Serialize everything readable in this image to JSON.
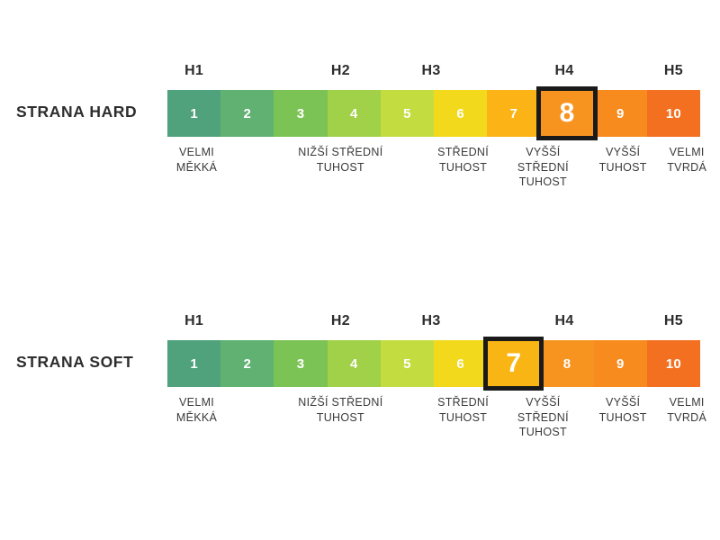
{
  "meta": {
    "background": "#ffffff",
    "highlight_border_color": "#1a1a1a",
    "text_color": "#2d2d2d"
  },
  "scales": [
    {
      "id": "hard",
      "row_label": "STRANA HARD",
      "highlighted_value": "8",
      "groups": [
        {
          "label": "H1",
          "center_pct": 5
        },
        {
          "label": "H2",
          "center_pct": 32.5
        },
        {
          "label": "H3",
          "center_pct": 49.5
        },
        {
          "label": "H4",
          "center_pct": 74.5
        },
        {
          "label": "H5",
          "center_pct": 95
        }
      ],
      "cells": [
        {
          "value": "1",
          "color": "#4fa27b",
          "highlighted": false
        },
        {
          "value": "2",
          "color": "#61b173",
          "highlighted": false
        },
        {
          "value": "3",
          "color": "#7cc356",
          "highlighted": false
        },
        {
          "value": "4",
          "color": "#a0d148",
          "highlighted": false
        },
        {
          "value": "5",
          "color": "#c3dd41",
          "highlighted": false
        },
        {
          "value": "6",
          "color": "#f2d91b",
          "highlighted": false
        },
        {
          "value": "7",
          "color": "#fbb316",
          "highlighted": false
        },
        {
          "value": "8",
          "color": "#f79420",
          "highlighted": true
        },
        {
          "value": "9",
          "color": "#f78b1e",
          "highlighted": false
        },
        {
          "value": "10",
          "color": "#f37021",
          "highlighted": false
        }
      ],
      "descriptions": [
        {
          "text": "VELMI\nMĚKKÁ",
          "center_pct": 5.5
        },
        {
          "text": "NIŽŠÍ STŘEDNÍ\nTUHOST",
          "center_pct": 32.5
        },
        {
          "text": "STŘEDNÍ\nTUHOST",
          "center_pct": 55.5
        },
        {
          "text": "VYŠŠÍ\nSTŘEDNÍ\nTUHOST",
          "center_pct": 70.5
        },
        {
          "text": "VYŠŠÍ\nTUHOST",
          "center_pct": 85.5
        },
        {
          "text": "VELMI\nTVRDÁ",
          "center_pct": 97.5
        }
      ]
    },
    {
      "id": "soft",
      "row_label": "STRANA SOFT",
      "highlighted_value": "7",
      "groups": [
        {
          "label": "H1",
          "center_pct": 5
        },
        {
          "label": "H2",
          "center_pct": 32.5
        },
        {
          "label": "H3",
          "center_pct": 49.5
        },
        {
          "label": "H4",
          "center_pct": 74.5
        },
        {
          "label": "H5",
          "center_pct": 95
        }
      ],
      "cells": [
        {
          "value": "1",
          "color": "#4fa27b",
          "highlighted": false
        },
        {
          "value": "2",
          "color": "#61b173",
          "highlighted": false
        },
        {
          "value": "3",
          "color": "#7cc356",
          "highlighted": false
        },
        {
          "value": "4",
          "color": "#a0d148",
          "highlighted": false
        },
        {
          "value": "5",
          "color": "#c3dd41",
          "highlighted": false
        },
        {
          "value": "6",
          "color": "#f2d91b",
          "highlighted": false
        },
        {
          "value": "7",
          "color": "#f9b513",
          "highlighted": true
        },
        {
          "value": "8",
          "color": "#f79420",
          "highlighted": false
        },
        {
          "value": "9",
          "color": "#f78b1e",
          "highlighted": false
        },
        {
          "value": "10",
          "color": "#f37021",
          "highlighted": false
        }
      ],
      "descriptions": [
        {
          "text": "VELMI\nMĚKKÁ",
          "center_pct": 5.5
        },
        {
          "text": "NIŽŠÍ STŘEDNÍ\nTUHOST",
          "center_pct": 32.5
        },
        {
          "text": "STŘEDNÍ\nTUHOST",
          "center_pct": 55.5
        },
        {
          "text": "VYŠŠÍ\nSTŘEDNÍ\nTUHOST",
          "center_pct": 70.5
        },
        {
          "text": "VYŠŠÍ\nTUHOST",
          "center_pct": 85.5
        },
        {
          "text": "VELMI\nTVRDÁ",
          "center_pct": 97.5
        }
      ]
    }
  ]
}
